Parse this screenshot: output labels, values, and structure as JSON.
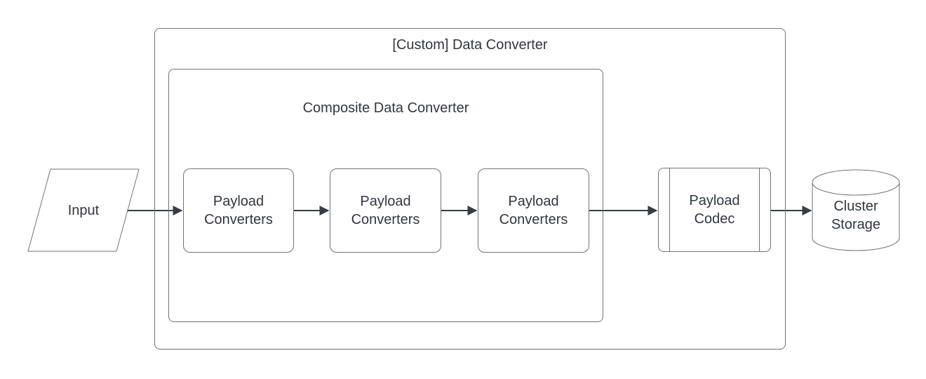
{
  "diagram": {
    "type": "flowchart",
    "colors": {
      "background": "#ffffff",
      "box_border": "#6d747d",
      "arrow": "#353d47",
      "text": "#2f3741"
    },
    "outer_group": {
      "title": "[Custom] Data Converter"
    },
    "inner_group": {
      "title": "Composite Data Converter"
    },
    "nodes": {
      "input": {
        "label": "Input",
        "shape": "parallelogram"
      },
      "converter1": {
        "label": "Payload Converters",
        "shape": "rounded-rectangle"
      },
      "converter2": {
        "label": "Payload Converters",
        "shape": "rounded-rectangle"
      },
      "converter3": {
        "label": "Payload Converters",
        "shape": "rounded-rectangle"
      },
      "codec": {
        "label": "Payload Codec",
        "shape": "subroutine"
      },
      "storage": {
        "label": "Cluster Storage",
        "shape": "cylinder"
      }
    },
    "edges": [
      {
        "from": "input",
        "to": "converter1"
      },
      {
        "from": "converter1",
        "to": "converter2"
      },
      {
        "from": "converter2",
        "to": "converter3"
      },
      {
        "from": "converter3",
        "to": "codec"
      },
      {
        "from": "codec",
        "to": "storage"
      }
    ]
  }
}
